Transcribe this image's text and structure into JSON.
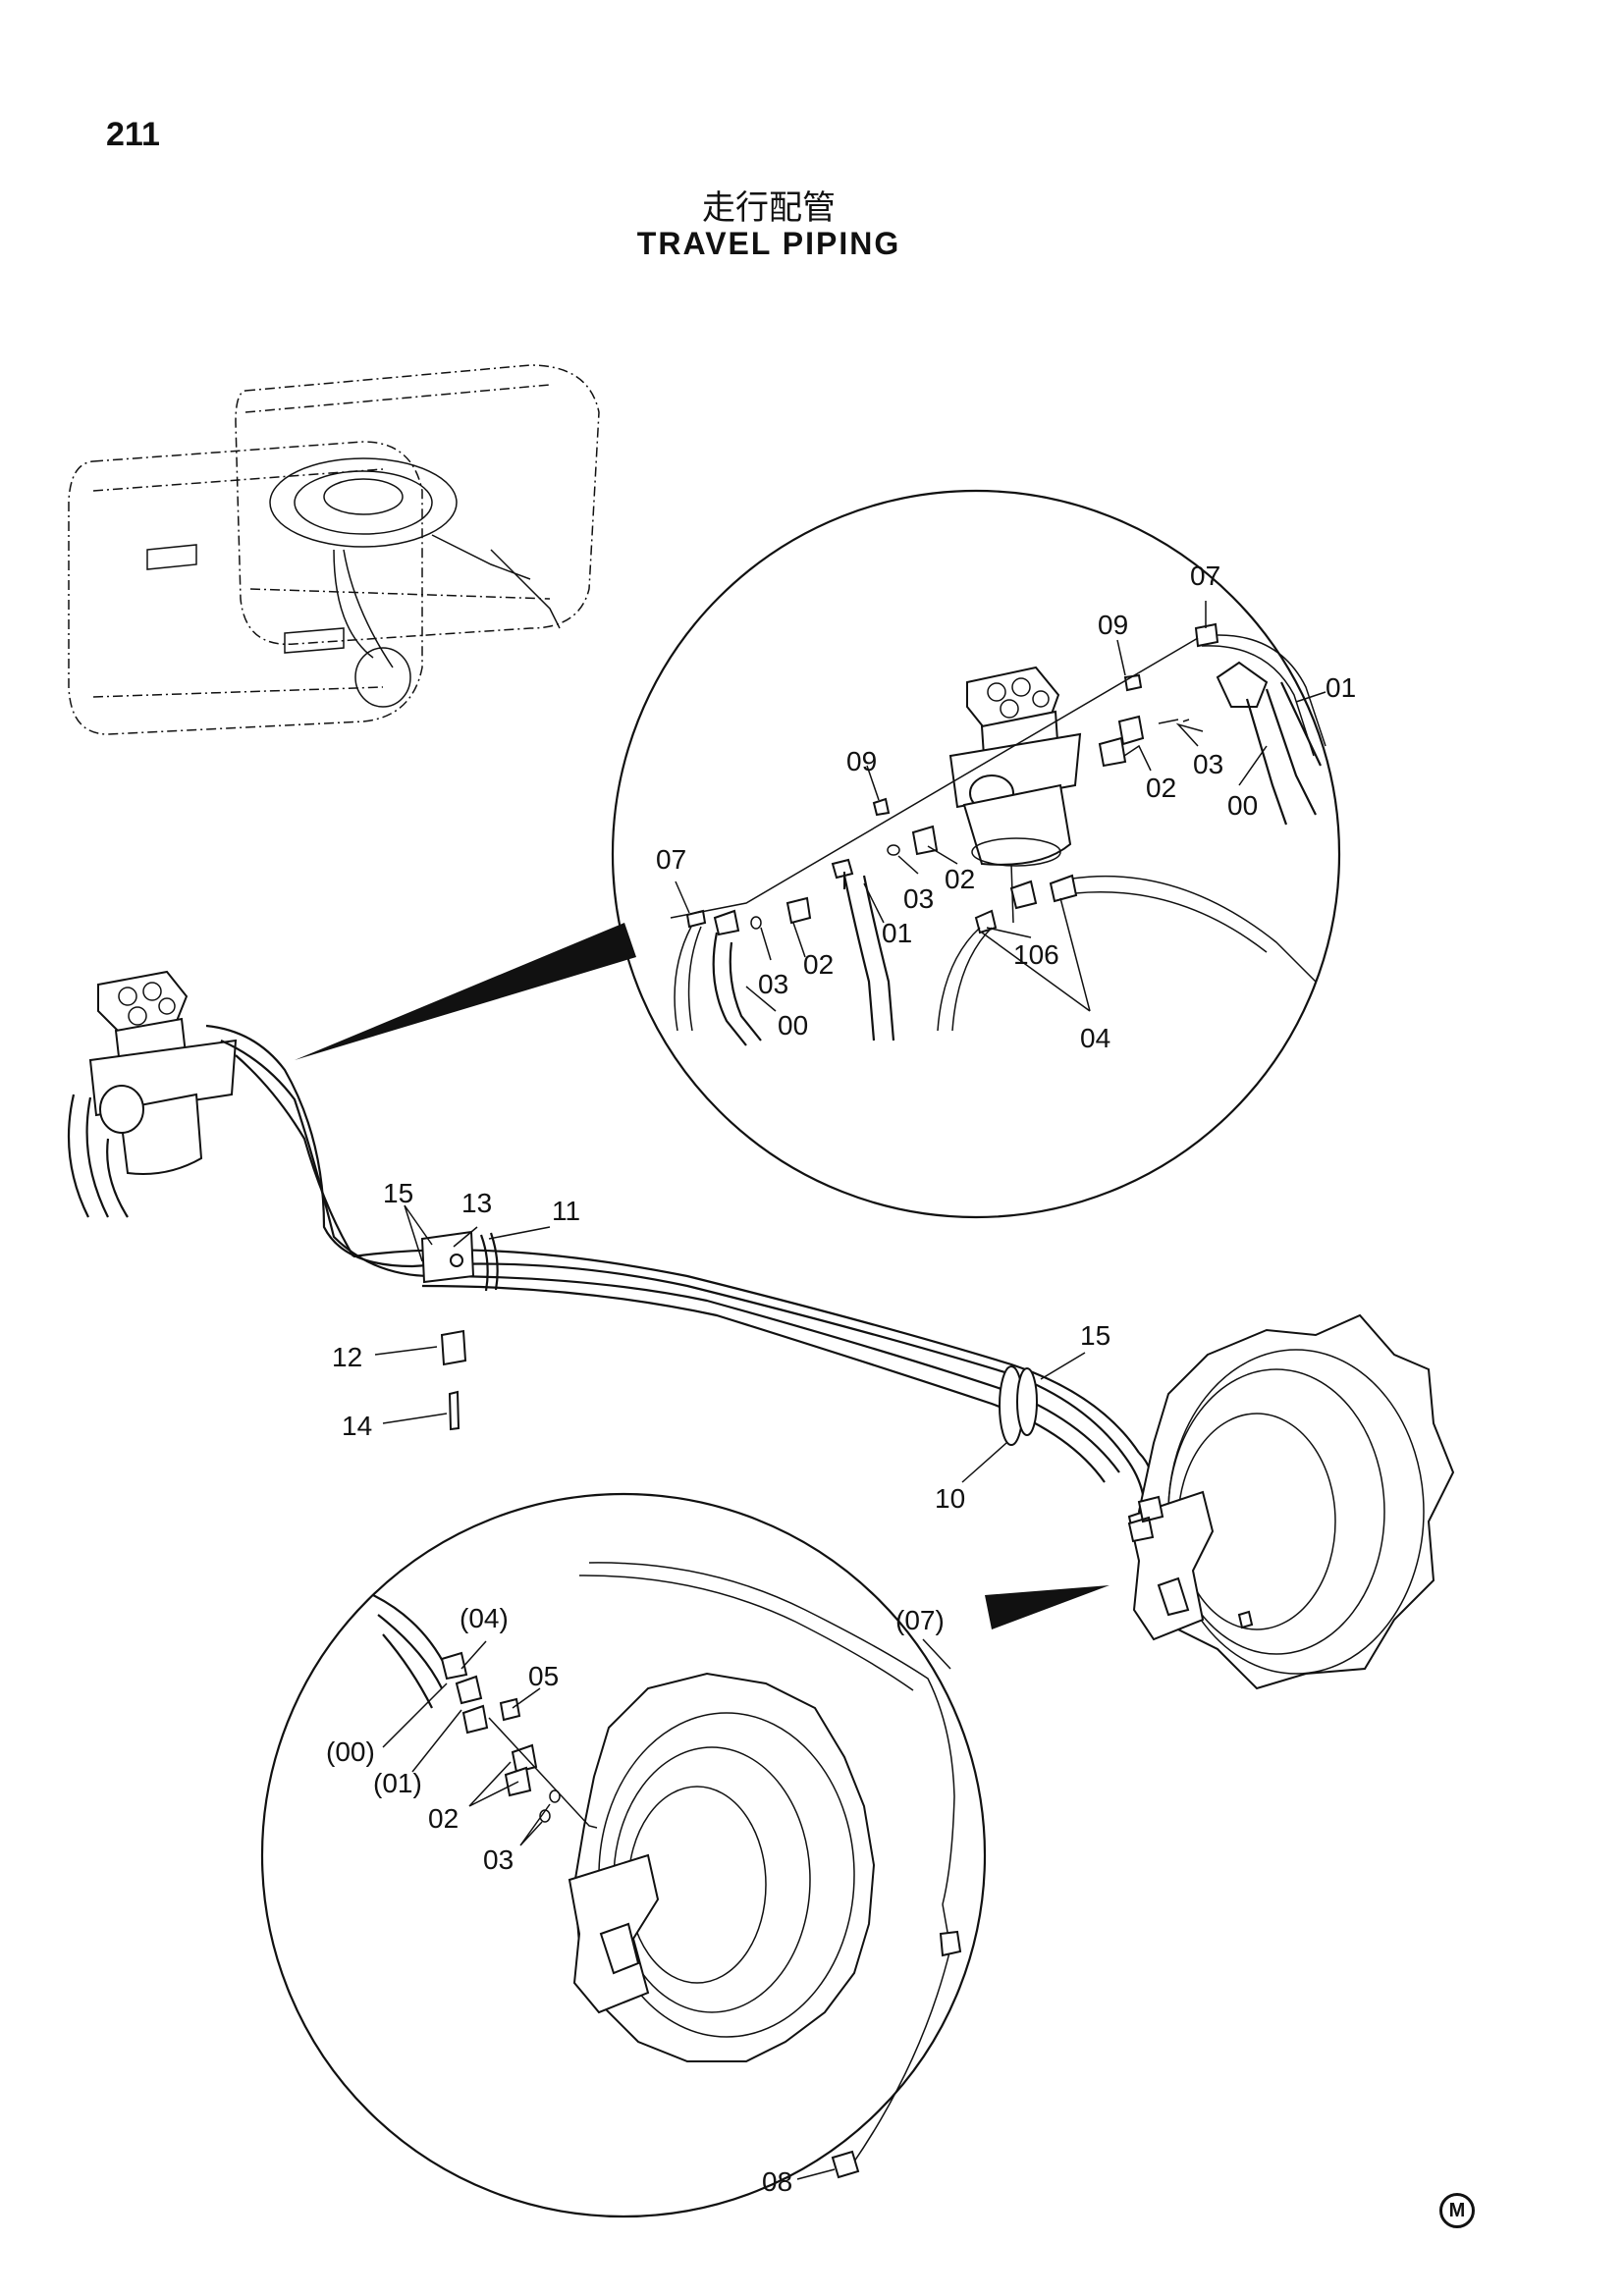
{
  "page": {
    "number": "211",
    "title_jp": "走行配管",
    "title_en": "TRAVEL PIPING",
    "mark": "M"
  },
  "callouts": {
    "top_detail": {
      "c07a": "07",
      "c09a": "09",
      "c01a": "01",
      "c03a": "03",
      "c02a": "02",
      "c00a": "00",
      "c09b": "09",
      "c07b": "07",
      "c03b": "03",
      "c02b": "02",
      "c01b": "01",
      "c03c": "03",
      "c02c": "02",
      "c00b": "00",
      "c106": "106",
      "c04": "04"
    },
    "main": {
      "c15a": "15",
      "c13": "13",
      "c11": "11",
      "c12": "12",
      "c14": "14",
      "c15b": "15",
      "c10": "10"
    },
    "bottom_detail": {
      "c04p": "(04)",
      "c05": "05",
      "c07p": "(07)",
      "c00p": "(00)",
      "c01p": "(01)",
      "c02": "02",
      "c03": "03",
      "c08": "08"
    }
  }
}
